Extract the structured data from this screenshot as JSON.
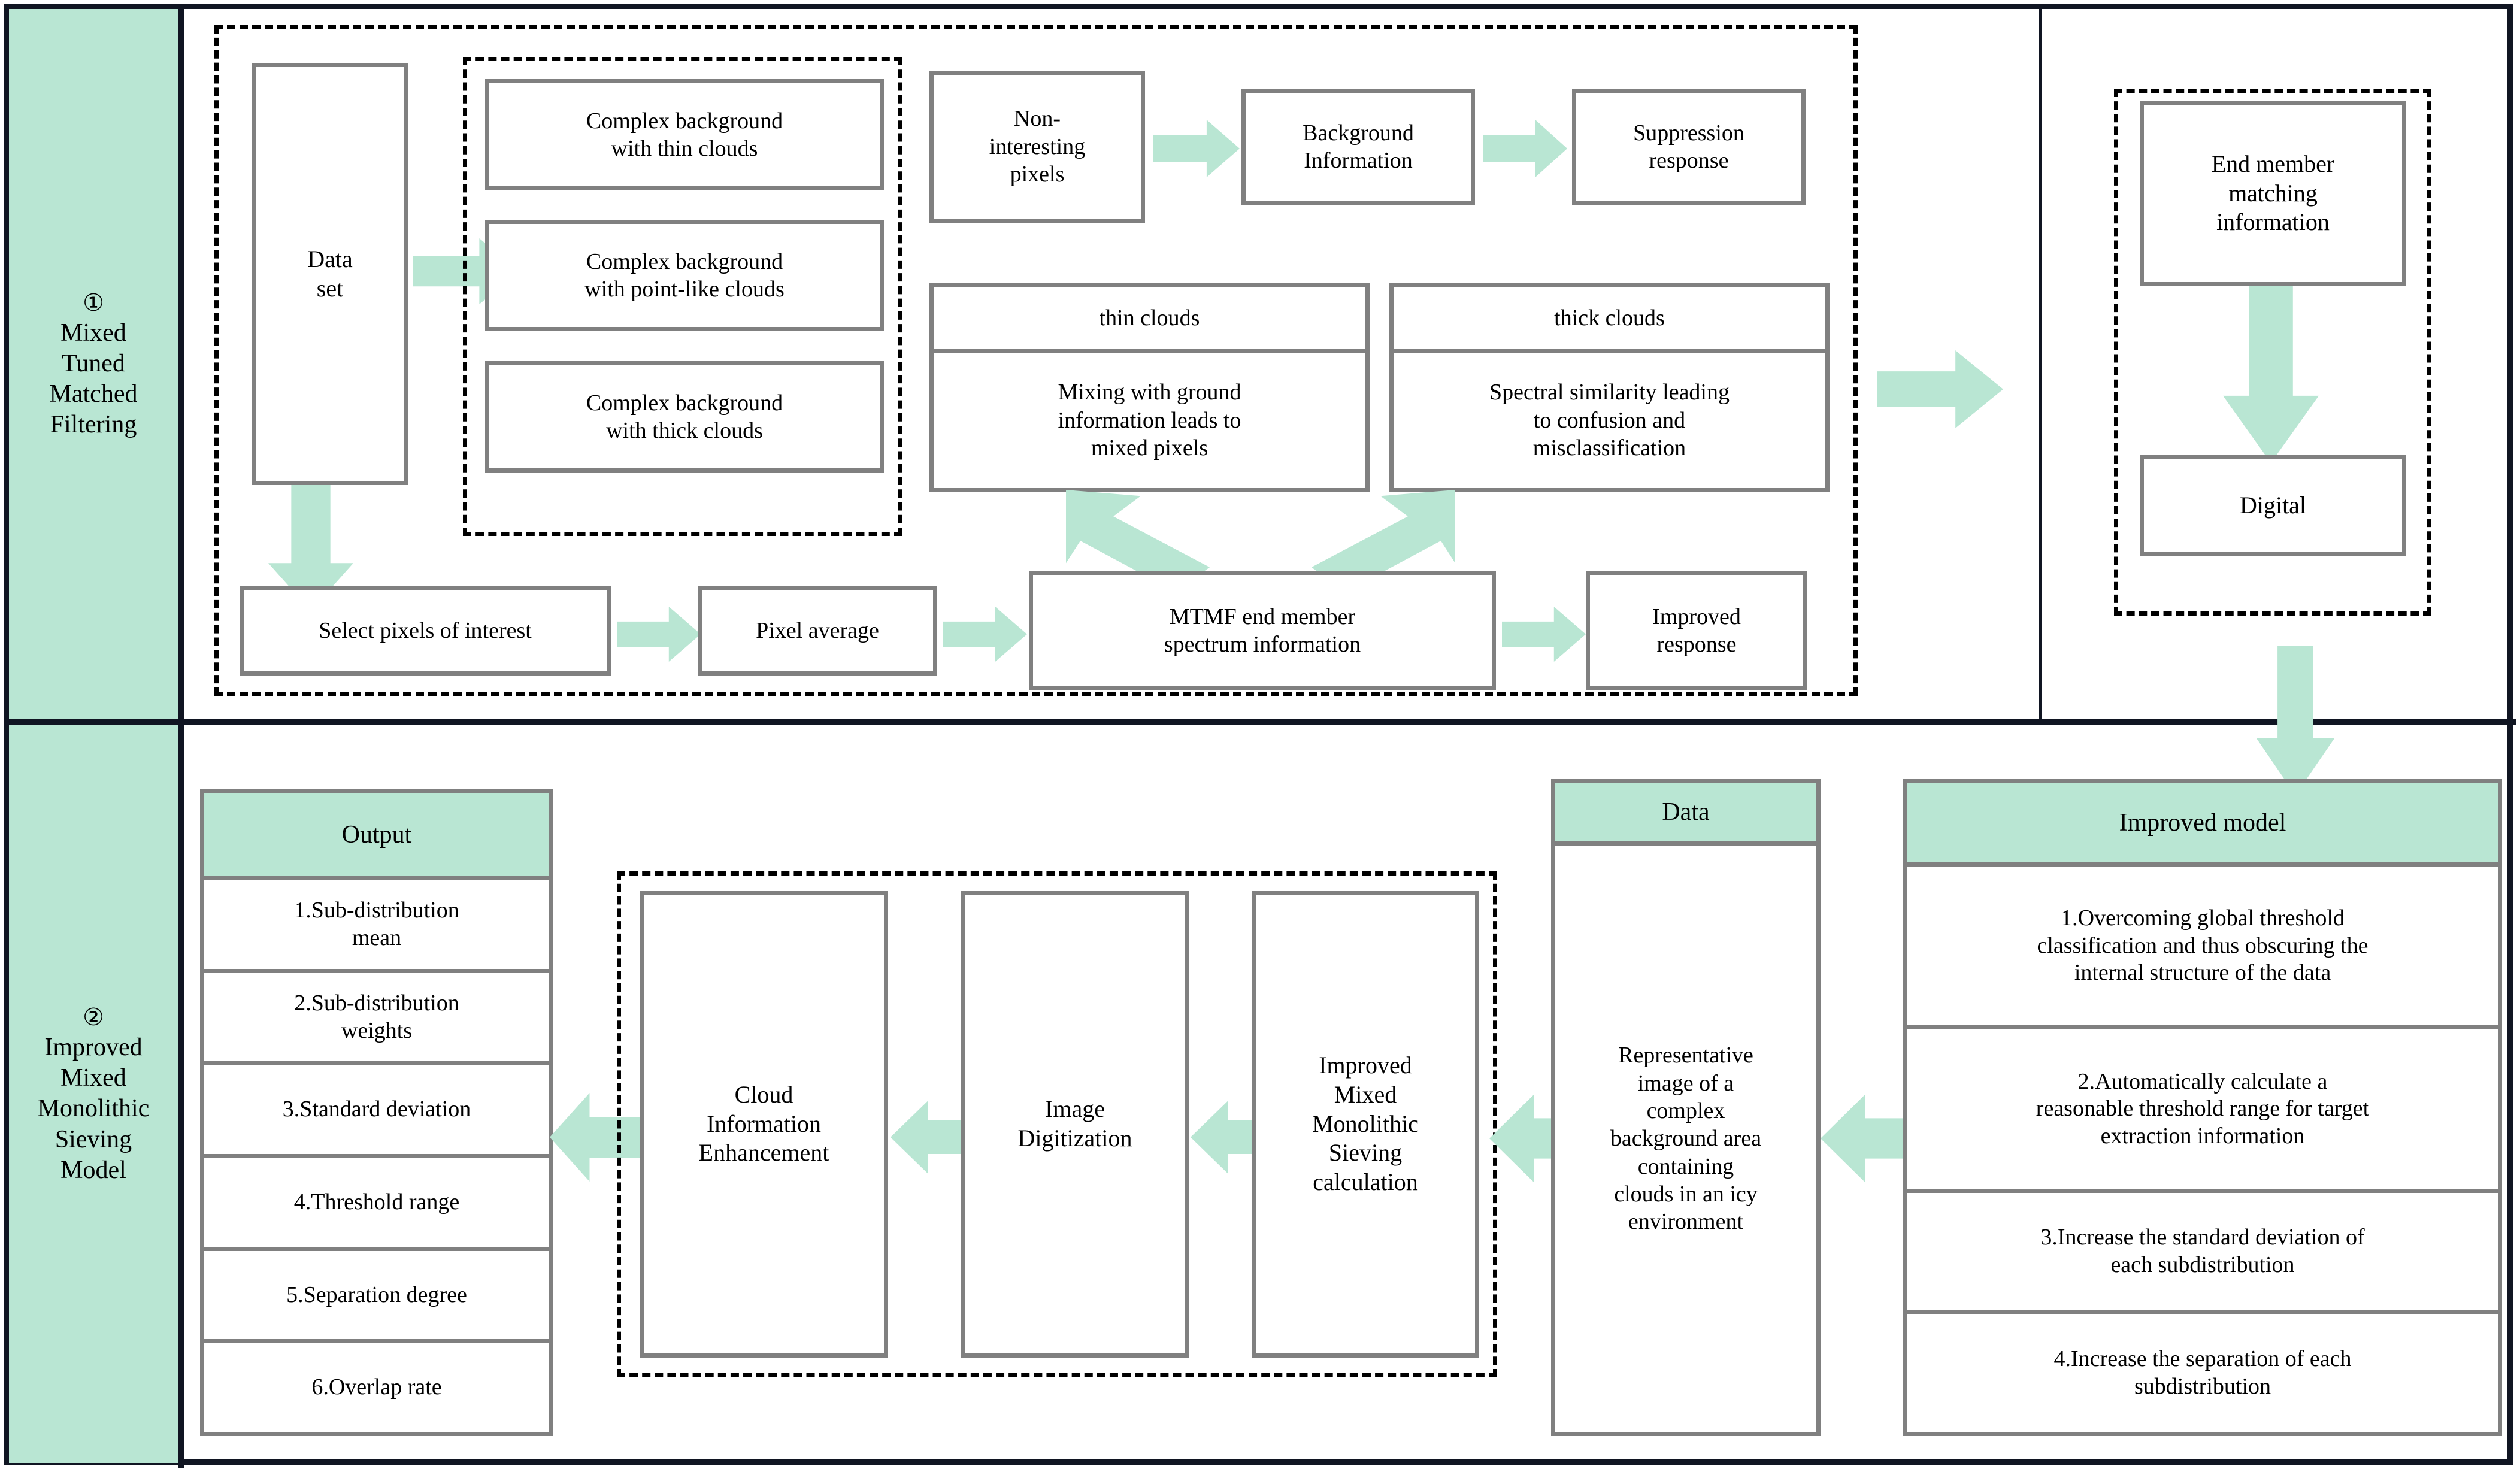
{
  "sections": {
    "one": {
      "marker": "①",
      "label": "Mixed\nTuned\nMatched\nFiltering"
    },
    "two": {
      "marker": "②",
      "label": "Improved\nMixed\nMonolithic\nSieving\nModel"
    }
  },
  "colors": {
    "accent_green": "#b9e6d3",
    "box_border_gray": "#808080",
    "frame_black": "#101522"
  },
  "section1": {
    "data_set": "Data\nset",
    "background_types": [
      "Complex background\nwith thin clouds",
      "Complex background\nwith point-like clouds",
      "Complex background\nwith thick clouds"
    ],
    "noninteresting_chain": [
      "Non-\ninteresting\npixels",
      "Background\nInformation",
      "Suppression\nresponse"
    ],
    "cloud_problems": [
      {
        "title": "thin clouds",
        "body": "Mixing with ground\ninformation leads to\nmixed pixels"
      },
      {
        "title": "thick clouds",
        "body": "Spectral similarity leading\nto confusion and\nmisclassification"
      }
    ],
    "bottom_chain": [
      "Select pixels of interest",
      "Pixel average",
      "MTMF end member\nspectrum information",
      "Improved\nresponse"
    ],
    "right_panel": {
      "end_member": "End member\nmatching\ninformation",
      "digital": "Digital"
    }
  },
  "section2": {
    "output": {
      "header": "Output",
      "items": [
        "1.Sub-distribution\nmean",
        "2.Sub-distribution\nweights",
        "3.Standard deviation",
        "4.Threshold range",
        "5.Separation degree",
        "6.Overlap rate"
      ]
    },
    "pipeline": [
      "Cloud\nInformation\nEnhancement",
      "Image\nDigitization",
      "Improved\nMixed\nMonolithic\nSieving\ncalculation"
    ],
    "data": {
      "header": "Data",
      "body": "Representative\nimage of a\ncomplex\nbackground area\ncontaining\nclouds in an icy\nenvironment"
    },
    "improved_model": {
      "header": "Improved model",
      "items": [
        "1.Overcoming global threshold\nclassification and thus obscuring the\ninternal structure of the data",
        "2.Automatically calculate a\nreasonable threshold range for target\nextraction information",
        "3.Increase the standard deviation of\neach subdistribution",
        "4.Increase the separation of each\nsubdistribution"
      ]
    }
  },
  "icons": {
    "arrow_right": "arrow-right-icon",
    "arrow_left": "arrow-left-icon",
    "arrow_down": "arrow-down-icon",
    "arrow_up_left": "arrow-up-left-icon",
    "arrow_up_right": "arrow-up-right-icon"
  }
}
